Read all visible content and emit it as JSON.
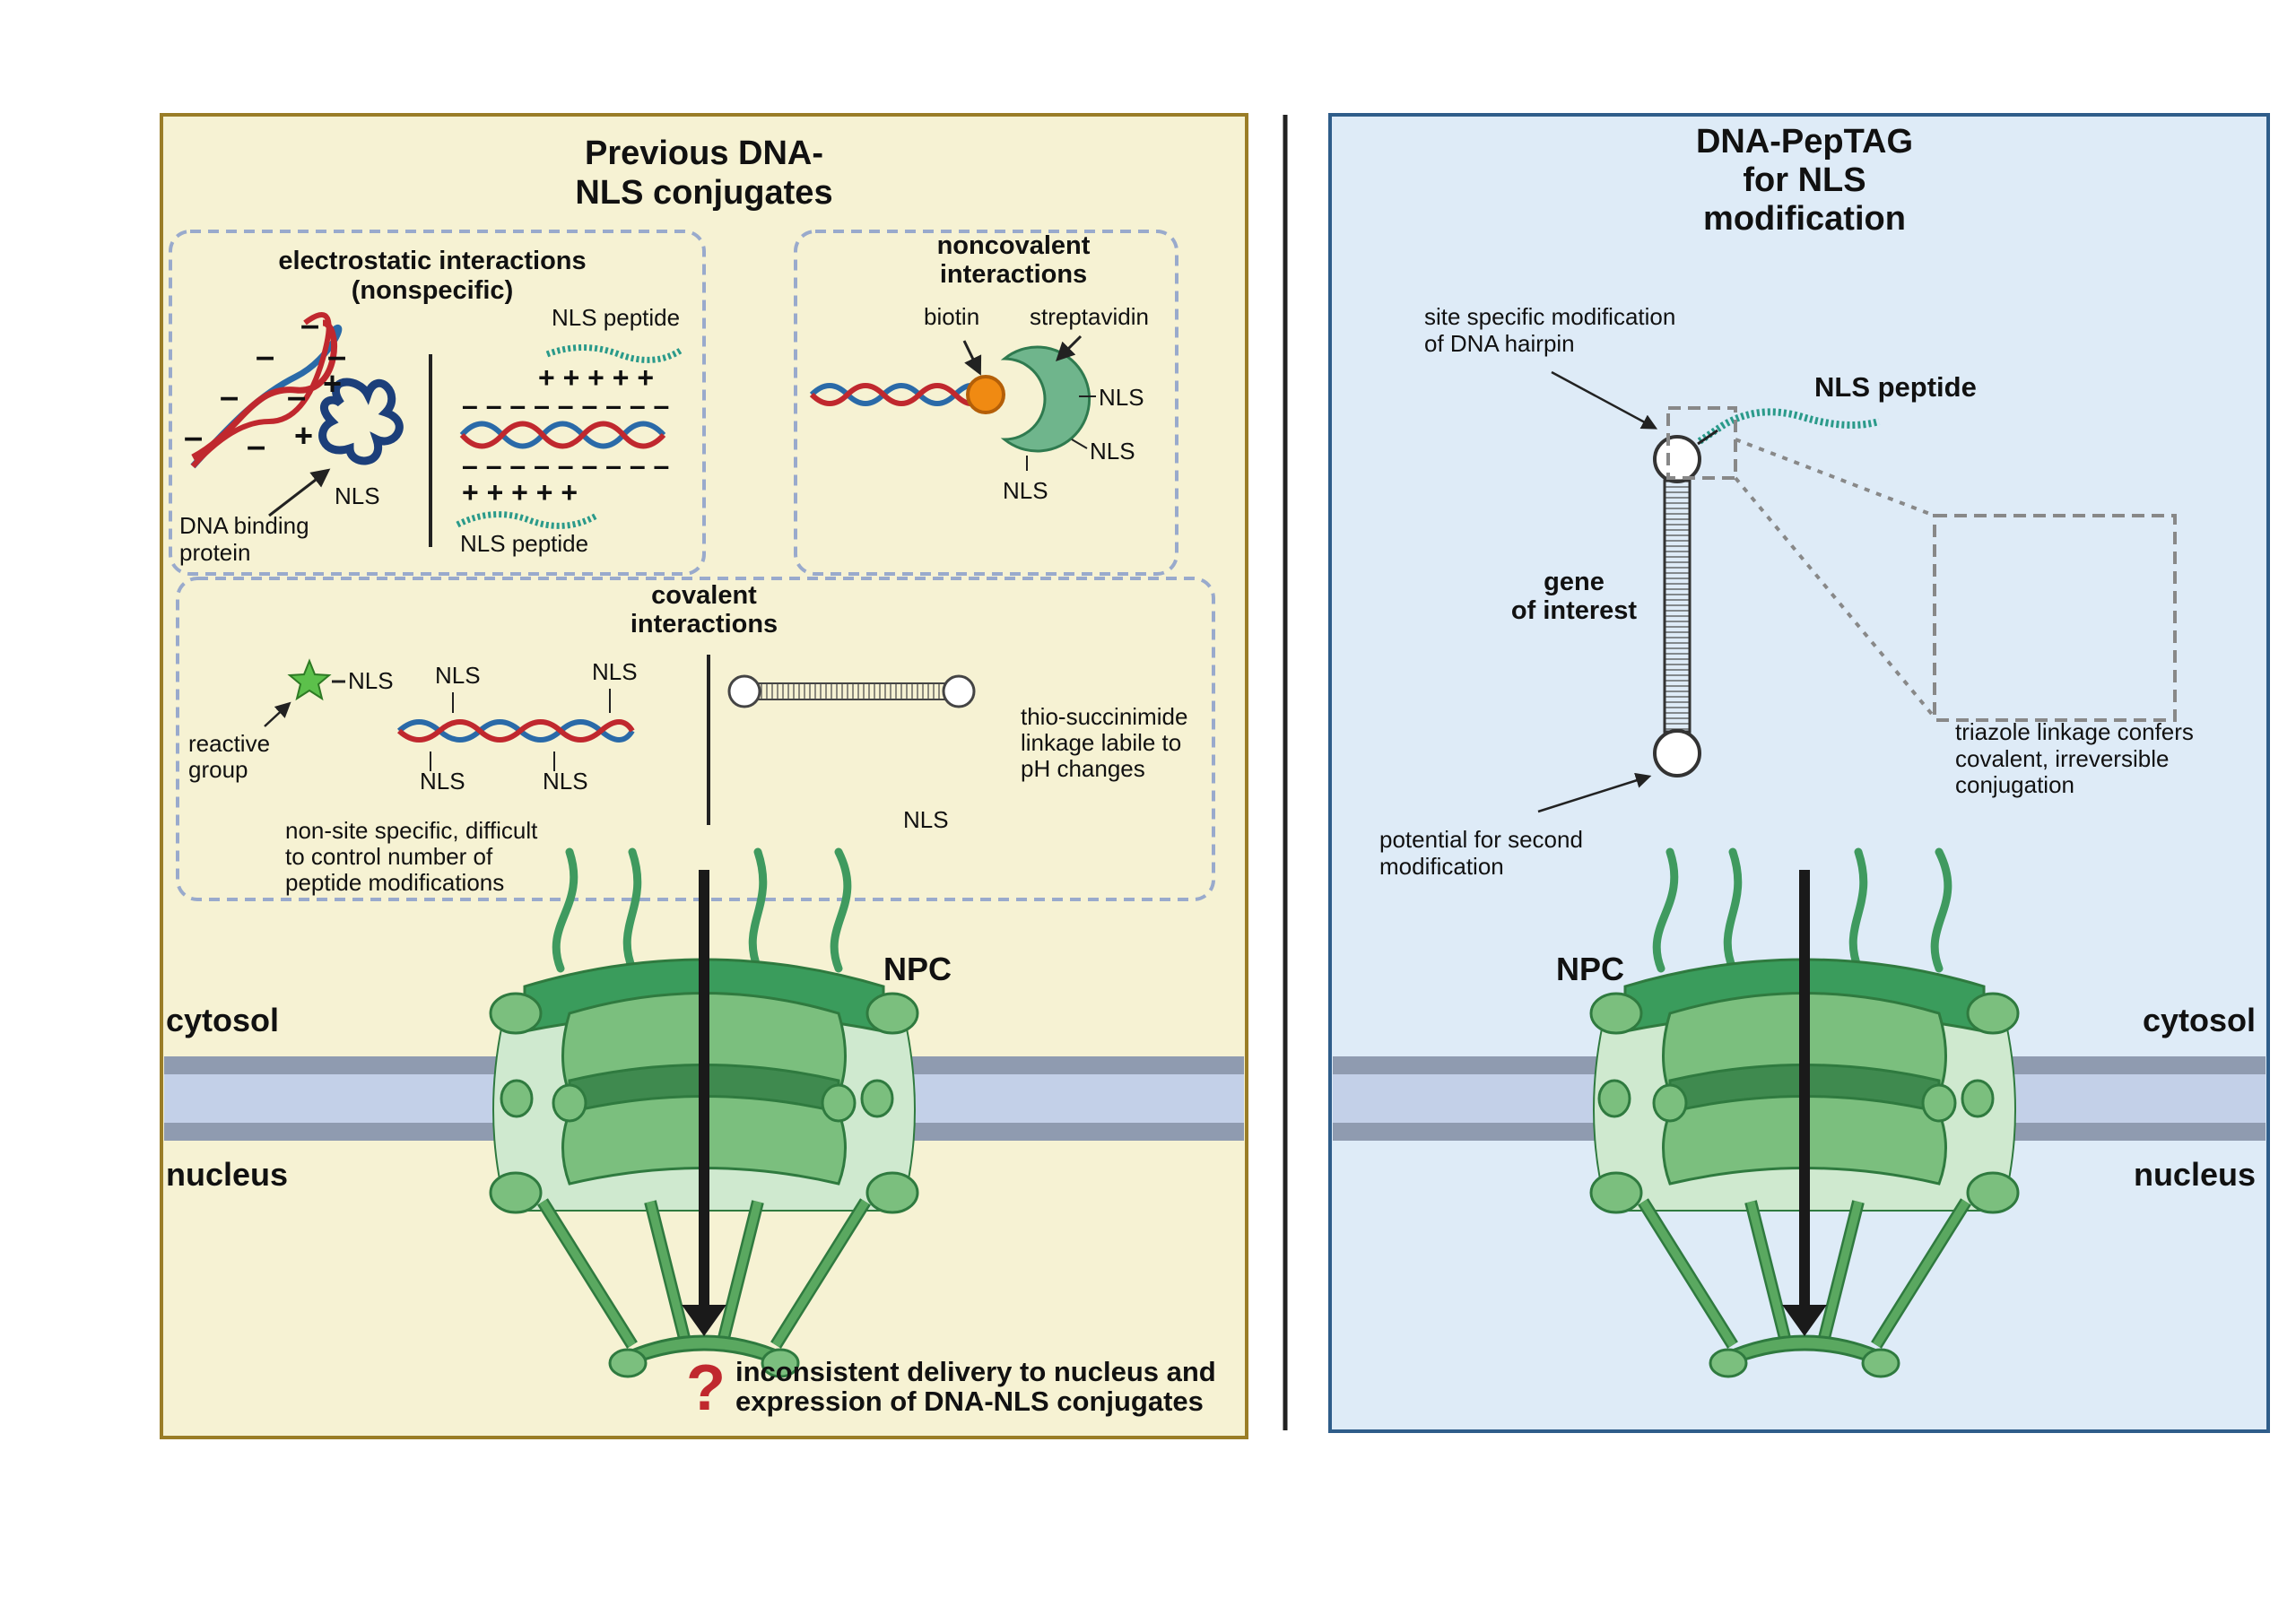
{
  "left_panel": {
    "title_line1": "Previous DNA-",
    "title_line2": "NLS conjugates",
    "electrostatic": {
      "title_line1": "electrostatic interactions",
      "title_line2": "(nonspecific)",
      "nls_peptide_top": "NLS peptide",
      "nls_peptide_bottom": "NLS peptide",
      "nls": "NLS",
      "dna_binding_line1": "DNA binding",
      "dna_binding_line2": "protein",
      "plus_row": "+ + + + +",
      "minus_row": "– – – – – – – – –"
    },
    "noncovalent": {
      "title_line1": "noncovalent",
      "title_line2": "interactions",
      "biotin": "biotin",
      "streptavidin": "streptavidin",
      "nls": "NLS"
    },
    "covalent": {
      "title_line1": "covalent",
      "title_line2": "interactions",
      "nls": "NLS",
      "reactive_line1": "reactive",
      "reactive_line2": "group",
      "nonsite_line1": "non-site specific, difficult",
      "nonsite_line2": "to control number of",
      "nonsite_line3": "peptide modifications",
      "thio_line1": "thio-succinimide",
      "thio_line2": "linkage labile to",
      "thio_line3": "pH changes"
    },
    "npc": "NPC",
    "cytosol": "cytosol",
    "nucleus": "nucleus",
    "question_mark": "?",
    "conclusion_line1": "inconsistent delivery to nucleus and",
    "conclusion_line2": "expression of DNA-NLS conjugates"
  },
  "right_panel": {
    "title_line1": "DNA-PepTAG",
    "title_line2": "for NLS",
    "title_line3": "modification",
    "site_specific_line1": "site specific modification",
    "site_specific_line2": "of DNA hairpin",
    "nls_peptide": "NLS peptide",
    "gene_line1": "gene",
    "gene_line2": "of interest",
    "triazole_line1": "triazole linkage confers",
    "triazole_line2": "covalent, irreversible",
    "triazole_line3": "conjugation",
    "potential_line1": "potential for second",
    "potential_line2": "modification",
    "npc": "NPC",
    "cytosol": "cytosol",
    "nucleus": "nucleus"
  },
  "colors": {
    "left_bg": "#f6f2d3",
    "left_border": "#9a7d27",
    "right_bg": "#deebf7",
    "right_border": "#2f5d8a",
    "dna_red": "#c0282e",
    "dna_blue": "#2a6aa8",
    "npc_green": "#3f9a5f",
    "peptide_teal": "#2a9a8a",
    "biotin_orange": "#f08a12"
  }
}
